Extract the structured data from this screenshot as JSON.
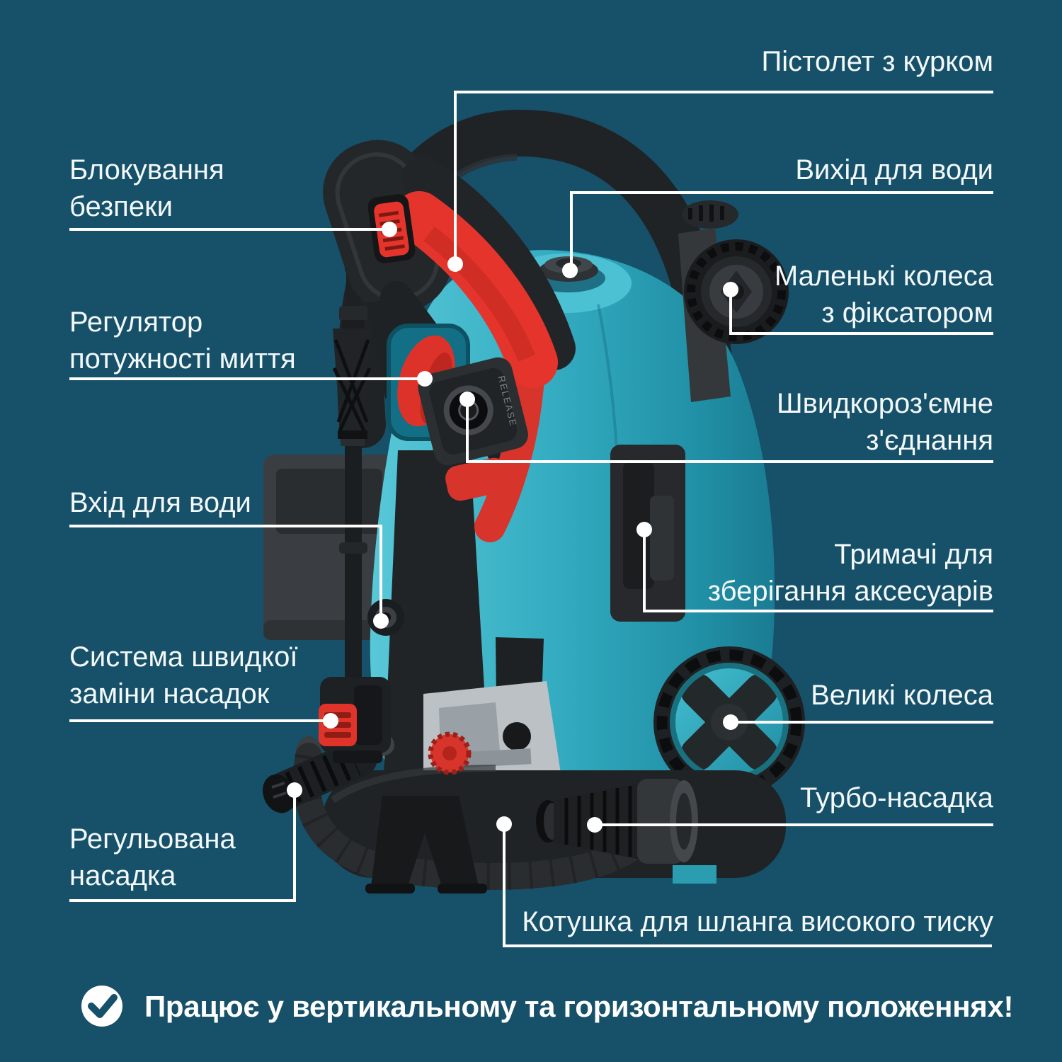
{
  "canvas": {
    "background": "#165069",
    "text_color": "#F3F8FA",
    "line_color": "#FFFFFF"
  },
  "machine": {
    "body_color": "#34ACC1",
    "accent_red": "#E5342B",
    "release_text": "RELEASE"
  },
  "labels": {
    "left": [
      {
        "id": "safety-lock",
        "lines": [
          "Блокування",
          "безпеки"
        ]
      },
      {
        "id": "power-regulator",
        "lines": [
          "Регулятор",
          "потужності миття"
        ]
      },
      {
        "id": "water-inlet",
        "lines": [
          "Вхід для води"
        ]
      },
      {
        "id": "nozzle-change-system",
        "lines": [
          "Система швидкої",
          "заміни насадок"
        ]
      },
      {
        "id": "adjustable-nozzle",
        "lines": [
          "Регульована",
          "насадка"
        ]
      }
    ],
    "right": [
      {
        "id": "trigger-gun",
        "lines": [
          "Пістолет з курком"
        ]
      },
      {
        "id": "water-outlet",
        "lines": [
          "Вихід для води"
        ]
      },
      {
        "id": "small-wheels",
        "lines": [
          "Маленькі колеса",
          "з фіксатором"
        ]
      },
      {
        "id": "quick-coupling",
        "lines": [
          "Швидкороз'ємне",
          "з'єднання"
        ]
      },
      {
        "id": "accessory-holders",
        "lines": [
          "Тримачі для",
          "зберігання аксесуарів"
        ]
      },
      {
        "id": "big-wheels",
        "lines": [
          "Великі колеса"
        ]
      },
      {
        "id": "turbo-nozzle",
        "lines": [
          "Турбо-насадка"
        ]
      },
      {
        "id": "hose-reel",
        "lines": [
          "Котушка для шланга високого тиску"
        ]
      }
    ]
  },
  "footer": {
    "icon": "check-circle",
    "text": "Працює у вертикальному та горизонтальному положеннях!"
  }
}
